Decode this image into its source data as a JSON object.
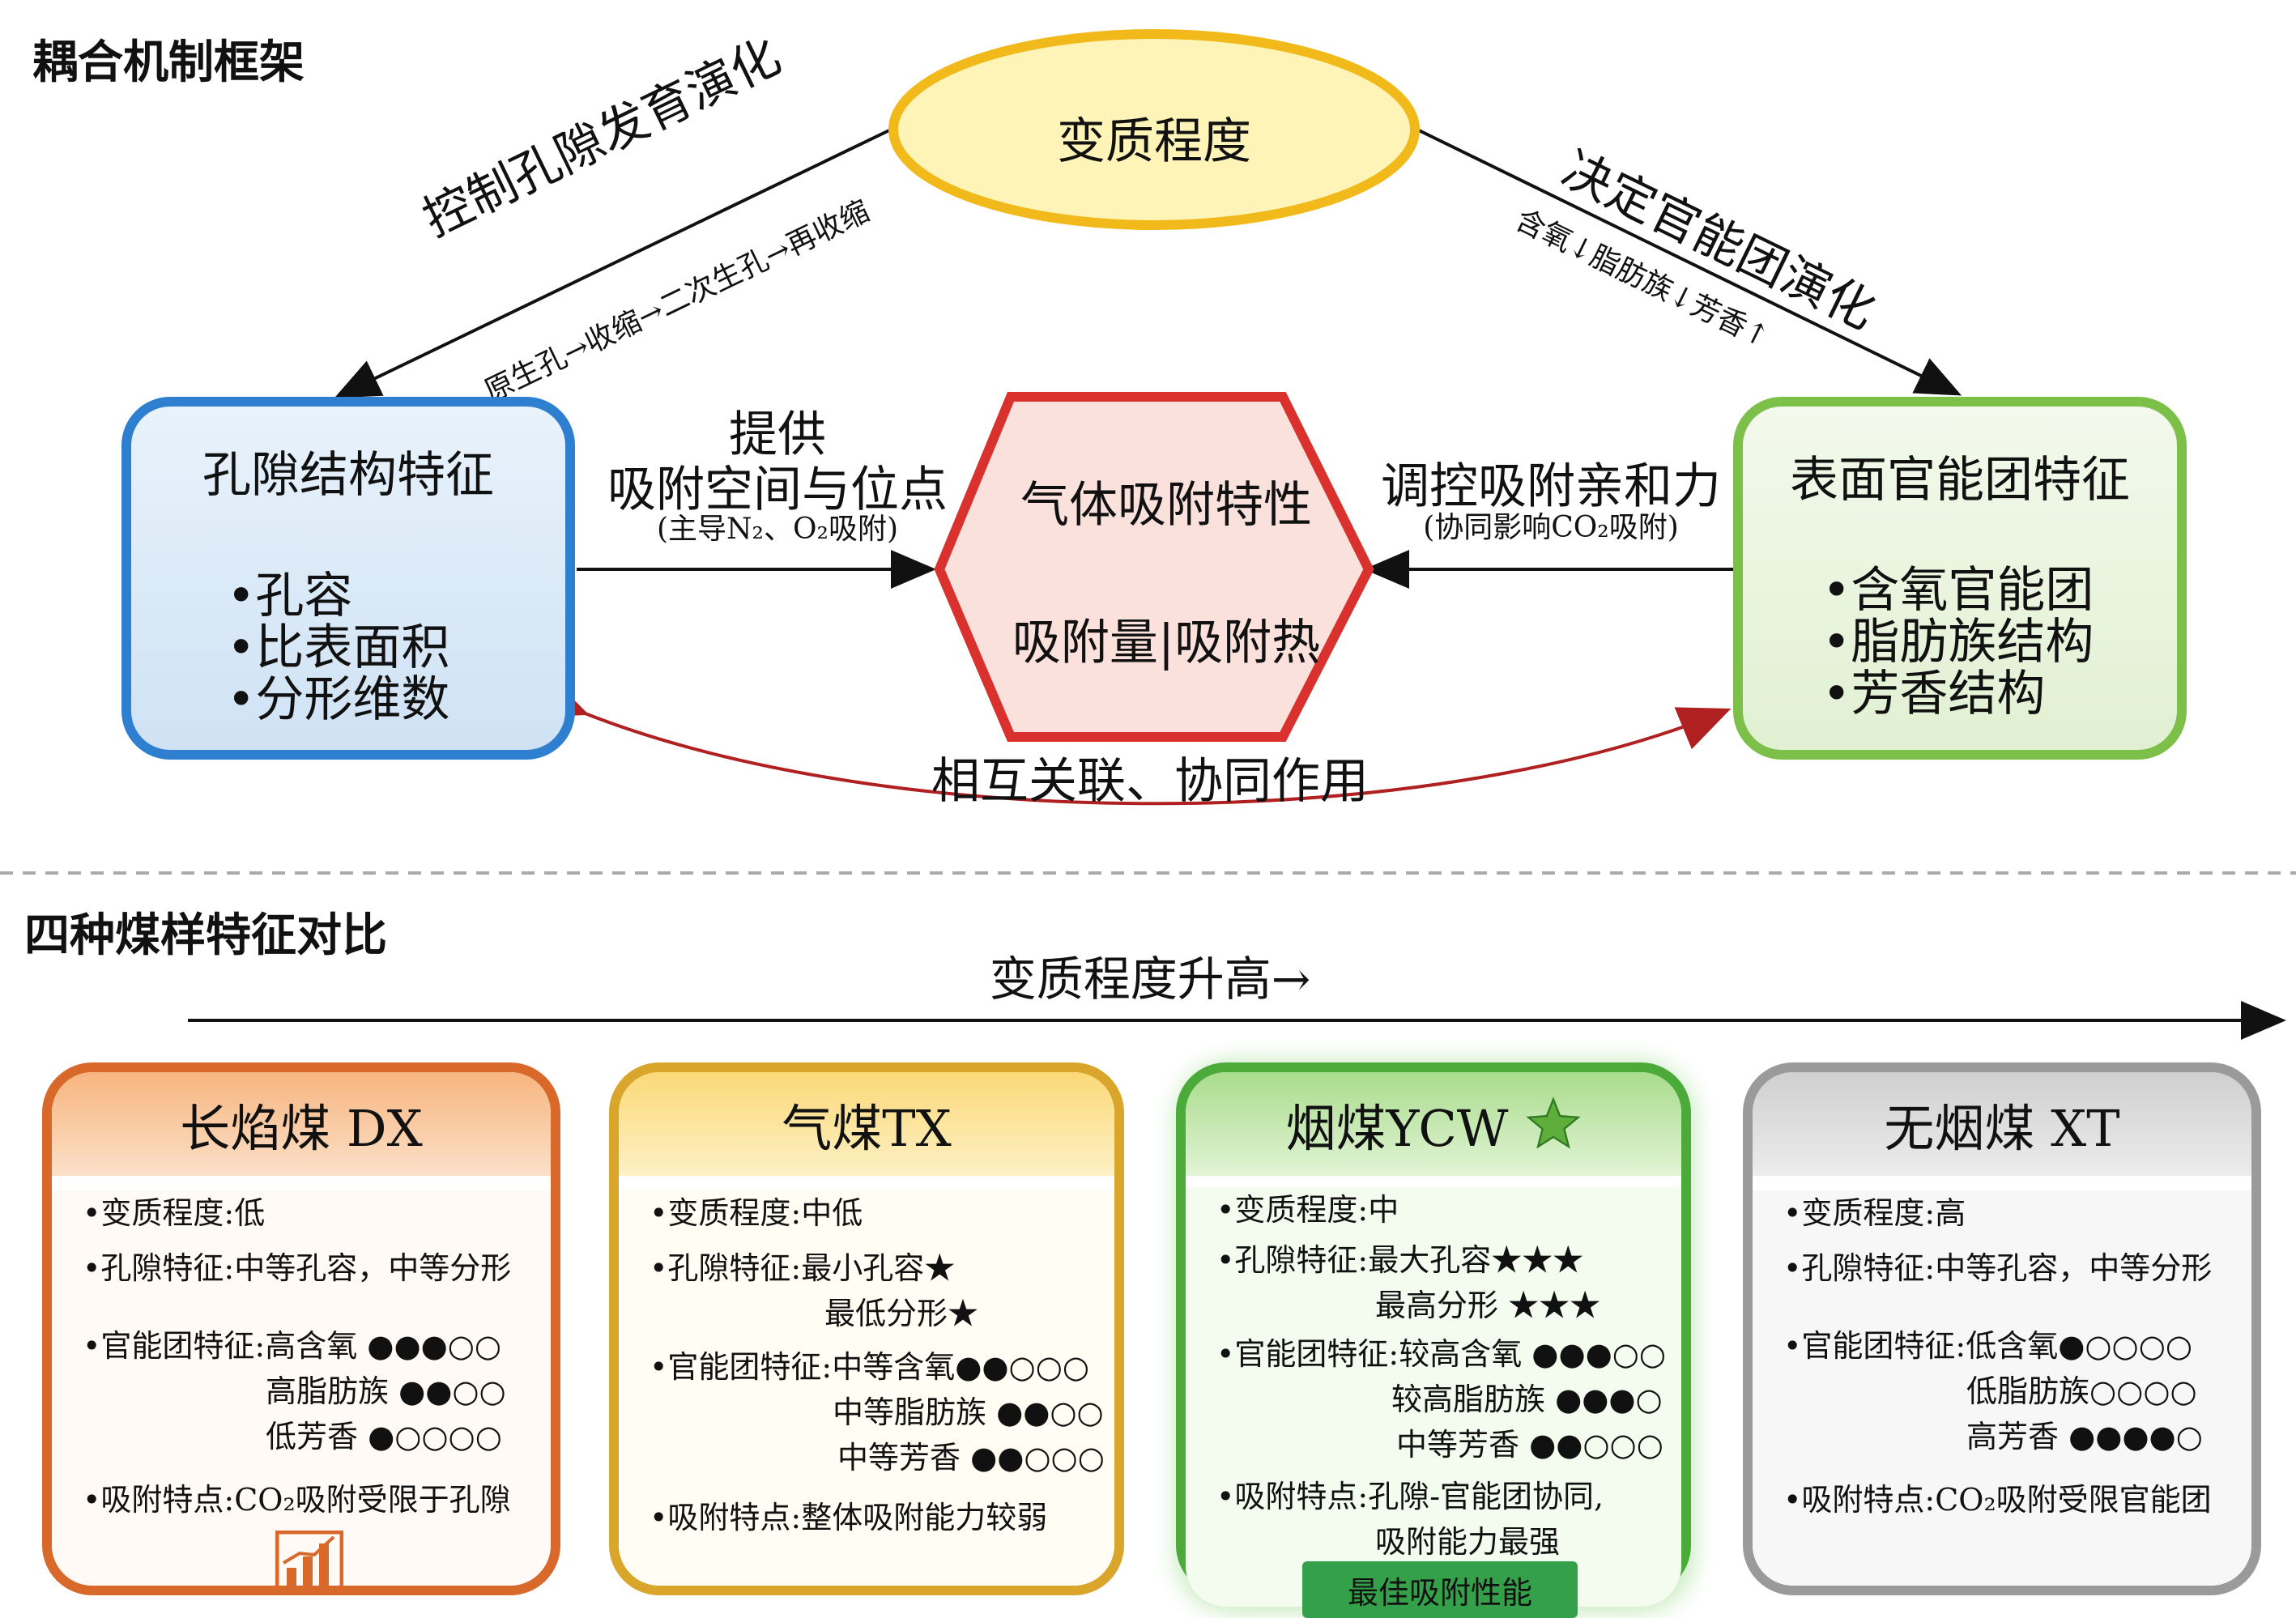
{
  "top": {
    "section_title": "耦合机制框架",
    "center_ellipse": "变质程度",
    "left_arrow_title": "控制孔隙发育演化",
    "left_arrow_sub": "原生孔→收缩→二次生孔→再收缩",
    "right_arrow_title": "决定官能团演化",
    "right_arrow_sub": "含氧↓脂肪族↓芳香↑",
    "pore_box": {
      "title": "孔隙结构特征",
      "items": [
        "•孔容",
        "•比表面积",
        "•分形维数"
      ]
    },
    "surface_box": {
      "title": "表面官能团特征",
      "items": [
        "•含氧官能团",
        "•脂肪族结构",
        "•芳香结构"
      ]
    },
    "hexagon": {
      "line1": "气体吸附特性",
      "line2": "吸附量|吸附热"
    },
    "left_mid_label": {
      "line1": "提供",
      "line2": "吸附空间与位点",
      "line3": "(主导N₂、O₂吸附)"
    },
    "right_mid_label": {
      "line1": "调控吸附亲和力",
      "line2": "(协同影响CO₂吸附)"
    },
    "bottom_label": "相互关联、协同作用"
  },
  "bottom": {
    "section_title": "四种煤样特征对比",
    "trend_label": "变质程度升高→",
    "cards": [
      {
        "title": "长焰煤 DX",
        "rows": [
          "•变质程度:低",
          "•孔隙特征:中等孔容，中等分形",
          "•官能团特征:高含氧 ●●●○○",
          "高脂肪族 ●●○○",
          "低芳香 ●○○○○",
          "•吸附特点:CO₂吸附受限于孔隙"
        ],
        "icon": "bar-chart-icon"
      },
      {
        "title": "气煤TX",
        "rows": [
          "•变质程度:中低",
          "•孔隙特征:最小孔容★",
          "最低分形★",
          "•官能团特征:中等含氧●●○○○",
          "中等脂肪族 ●●○○",
          "中等芳香 ●●○○○",
          "•吸附特点:整体吸附能力较弱"
        ]
      },
      {
        "title": "烟煤YCW",
        "title_icon": "star-icon",
        "rows": [
          "•变质程度:中",
          "•孔隙特征:最大孔容★★★",
          "最高分形 ★★★",
          "•官能团特征:较高含氧 ●●●○○",
          "较高脂肪族 ●●●○",
          "中等芳香 ●●○○○",
          "•吸附特点:孔隙-官能团协同,",
          "吸附能力最强"
        ],
        "badge": "最佳吸附性能"
      },
      {
        "title": "无烟煤 XT",
        "rows": [
          "•变质程度:高",
          "•孔隙特征:中等孔容，中等分形",
          "•官能团特征:低含氧●○○○○",
          "低脂肪族○○○○",
          "高芳香 ●●●●○",
          "•吸附特点:CO₂吸附受限官能团"
        ]
      }
    ]
  },
  "colors": {
    "blue_box": "#2f7fd0",
    "green_box": "#7cc04a",
    "hex_red": "#d9312e",
    "hex_fill": "#fbe1dc",
    "ellipse_border": "#f2b91a",
    "ellipse_fill": "#fff4b8",
    "curve_red": "#b02020",
    "dx": "#d8692a",
    "tx": "#d9a52a",
    "ycw": "#4caa3a",
    "xt": "#9a9a9a"
  }
}
